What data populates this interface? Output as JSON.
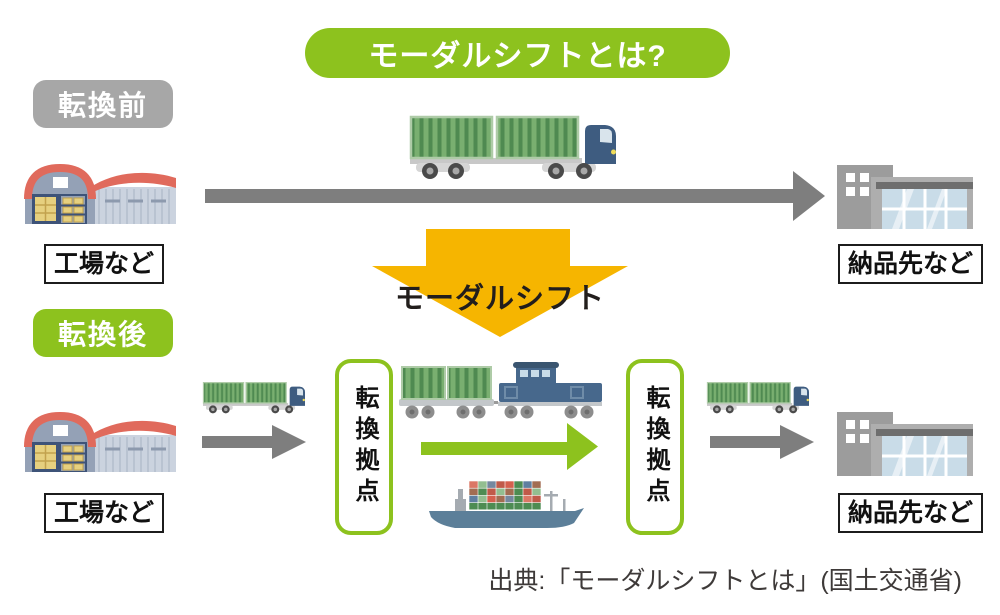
{
  "title": {
    "label": "モーダルシフトとは?"
  },
  "before": {
    "badge": "転換前",
    "origin_label": "工場など",
    "destination_label": "納品先など"
  },
  "shift_arrow": {
    "label": "モーダルシフト"
  },
  "after": {
    "badge": "転換後",
    "origin_label": "工場など",
    "hub_left_label": "転換拠点",
    "hub_right_label": "転換拠点",
    "destination_label": "納品先など"
  },
  "source": {
    "label": "出典:「モーダルシフトとは」(国土交通省)"
  },
  "icons": {
    "before_transport": "truck-icon",
    "after_leg1": "truck-icon",
    "after_middle_rail": "freight-train-icon",
    "after_middle_sea": "container-ship-icon",
    "after_leg3": "truck-icon",
    "origin": "factory-icon",
    "destination": "office-building-icon"
  },
  "colors": {
    "accent_green": "#8DC21E",
    "badge_gray": "#A7A7A7",
    "arrow_gray": "#7E7E7E",
    "shift_orange": "#F6B500"
  }
}
